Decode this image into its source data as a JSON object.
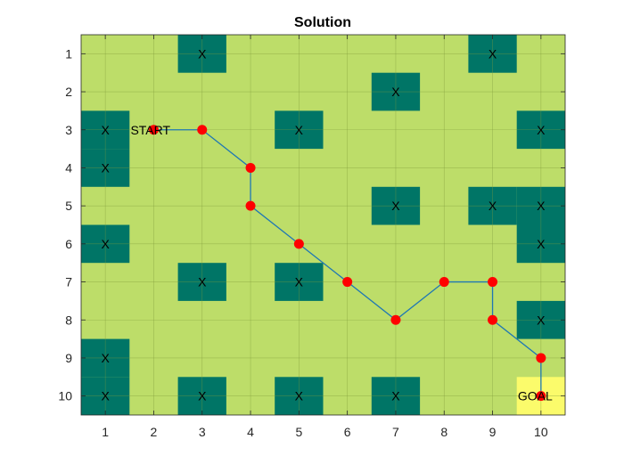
{
  "chart_data": {
    "type": "heatmap",
    "title": "Solution",
    "xlabel": "",
    "ylabel": "",
    "x_ticks": [
      "1",
      "2",
      "3",
      "4",
      "5",
      "6",
      "7",
      "8",
      "9",
      "10"
    ],
    "y_ticks": [
      "1",
      "2",
      "3",
      "4",
      "5",
      "6",
      "7",
      "8",
      "9",
      "10"
    ],
    "xlim": [
      0.5,
      10.5
    ],
    "ylim": [
      0.5,
      10.5
    ],
    "y_reversed": true,
    "grid": true,
    "colors": {
      "free": "#bddd69",
      "obstacle": "#007566",
      "goal": "#fbfb6b",
      "path_line": "#1f77b4",
      "path_marker": "#ff0000",
      "grid_line": "#7f9a3a"
    },
    "cells": [
      {
        "x": 3,
        "y": 1,
        "type": "obstacle",
        "label": "X"
      },
      {
        "x": 9,
        "y": 1,
        "type": "obstacle",
        "label": "X"
      },
      {
        "x": 7,
        "y": 2,
        "type": "obstacle",
        "label": "X"
      },
      {
        "x": 1,
        "y": 3,
        "type": "obstacle",
        "label": "X"
      },
      {
        "x": 5,
        "y": 3,
        "type": "obstacle",
        "label": "X"
      },
      {
        "x": 10,
        "y": 3,
        "type": "obstacle",
        "label": "X"
      },
      {
        "x": 1,
        "y": 4,
        "type": "obstacle",
        "label": "X"
      },
      {
        "x": 7,
        "y": 5,
        "type": "obstacle",
        "label": "X"
      },
      {
        "x": 9,
        "y": 5,
        "type": "obstacle",
        "label": "X"
      },
      {
        "x": 10,
        "y": 5,
        "type": "obstacle",
        "label": "X"
      },
      {
        "x": 1,
        "y": 6,
        "type": "obstacle",
        "label": "X"
      },
      {
        "x": 10,
        "y": 6,
        "type": "obstacle",
        "label": "X"
      },
      {
        "x": 3,
        "y": 7,
        "type": "obstacle",
        "label": "X"
      },
      {
        "x": 5,
        "y": 7,
        "type": "obstacle",
        "label": "X"
      },
      {
        "x": 10,
        "y": 8,
        "type": "obstacle",
        "label": "X"
      },
      {
        "x": 1,
        "y": 9,
        "type": "obstacle",
        "label": "X"
      },
      {
        "x": 1,
        "y": 10,
        "type": "obstacle",
        "label": "X"
      },
      {
        "x": 3,
        "y": 10,
        "type": "obstacle",
        "label": "X"
      },
      {
        "x": 5,
        "y": 10,
        "type": "obstacle",
        "label": "X"
      },
      {
        "x": 7,
        "y": 10,
        "type": "obstacle",
        "label": "X"
      },
      {
        "x": 10,
        "y": 10,
        "type": "goal",
        "label": ""
      }
    ],
    "path": [
      {
        "x": 2,
        "y": 3
      },
      {
        "x": 3,
        "y": 3
      },
      {
        "x": 4,
        "y": 4
      },
      {
        "x": 4,
        "y": 5
      },
      {
        "x": 5,
        "y": 6
      },
      {
        "x": 6,
        "y": 7
      },
      {
        "x": 7,
        "y": 8
      },
      {
        "x": 8,
        "y": 7
      },
      {
        "x": 9,
        "y": 7
      },
      {
        "x": 9,
        "y": 8
      },
      {
        "x": 10,
        "y": 9
      },
      {
        "x": 10,
        "y": 10
      }
    ],
    "annotations": [
      {
        "text": "START",
        "x": 2,
        "y": 3
      },
      {
        "text": "GOAL",
        "x": 10,
        "y": 10
      }
    ]
  }
}
